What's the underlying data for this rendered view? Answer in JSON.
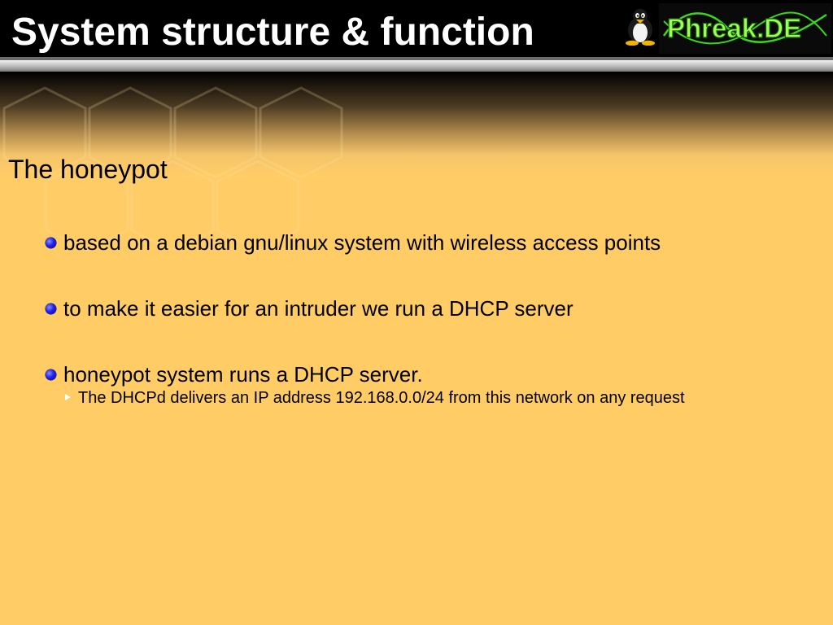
{
  "slide": {
    "title": "System structure & function",
    "logo_text": "Phreak.DE",
    "subtitle": "The honeypot",
    "bullets": [
      {
        "text": "based on a debian gnu/linux system with wireless access points"
      },
      {
        "text": "to make it easier for an intruder we run a DHCP server"
      },
      {
        "text": "honeypot system runs a DHCP server.",
        "sub": "The DHCPd delivers an IP address 192.168.0.0/24 from this network on any request"
      }
    ]
  },
  "icons": {
    "mascot": "tux-penguin-icon",
    "bullet": "blue-dot-bullet-icon",
    "sub_bullet": "white-arrow-bullet-icon"
  },
  "colors": {
    "background": "#ffcc66",
    "header": "#000000",
    "title_text": "#ffffff",
    "bullet_dot": "#2121ee",
    "logo_text": "#9aff58",
    "logo_outline": "#2e7f12"
  }
}
